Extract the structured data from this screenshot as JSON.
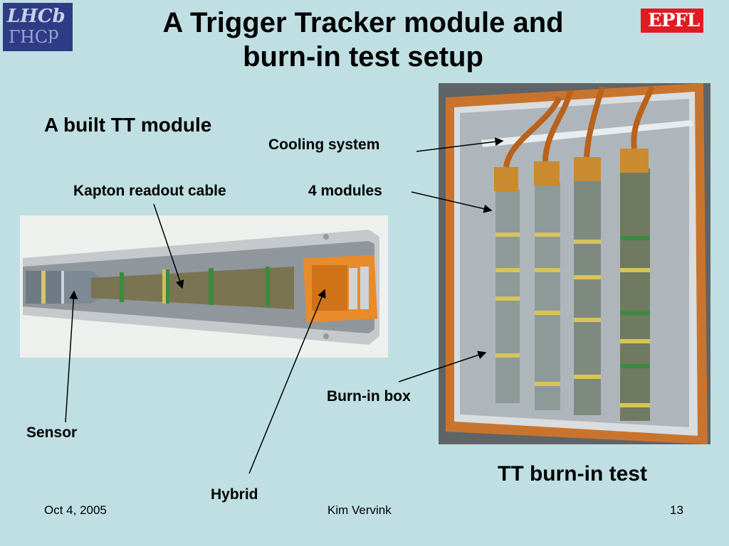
{
  "title_line1": "A Trigger Tracker module and",
  "title_line2": "burn-in test setup",
  "left_heading": "A built TT module",
  "labels": {
    "cooling_system": "Cooling system",
    "four_modules": "4 modules",
    "kapton_readout_cable": "Kapton readout cable",
    "burn_in_box": "Burn-in box",
    "sensor": "Sensor",
    "hybrid": "Hybrid"
  },
  "caption": "TT burn-in test",
  "footer": {
    "date": "Oct 4, 2005",
    "author": "Kim Vervink",
    "page": "13"
  },
  "logos": {
    "lhcb_text": "LHCb",
    "epfl_text": "EPFL"
  }
}
